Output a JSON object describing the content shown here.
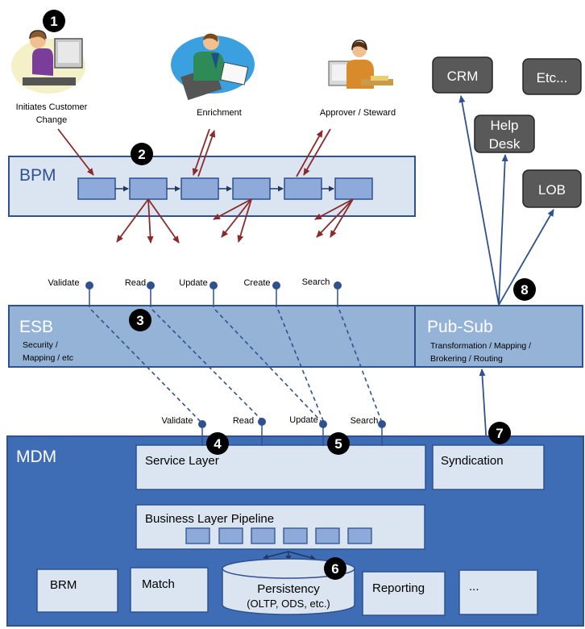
{
  "steps": [
    "1",
    "2",
    "3",
    "4",
    "5",
    "6",
    "7",
    "8"
  ],
  "actors": {
    "customer": "Initiates Customer",
    "customer2": "Change",
    "enrichment": "Enrichment",
    "approver": "Approver / Steward"
  },
  "bpm": {
    "title": "BPM"
  },
  "esb": {
    "title": "ESB",
    "sub1": "Security /",
    "sub2": "Mapping / etc",
    "ops": [
      "Validate",
      "Read",
      "Update",
      "Create",
      "Search"
    ]
  },
  "pubsub": {
    "title": "Pub-Sub",
    "sub1": "Transformation / Mapping /",
    "sub2": "Brokering / Routing"
  },
  "systems": {
    "crm": "CRM",
    "etc": "Etc...",
    "help1": "Help",
    "help2": "Desk",
    "lob": "LOB"
  },
  "mdm": {
    "title": "MDM",
    "ops": [
      "Validate",
      "Read",
      "Update",
      "Search"
    ],
    "service_layer": "Service Layer",
    "syndication": "Syndication",
    "pipeline": "Business Layer Pipeline",
    "brm": "BRM",
    "match": "Match",
    "persistency": "Persistency",
    "persistency_sub": "(OLTP, ODS, etc.)",
    "reporting": "Reporting",
    "more": "..."
  },
  "colors": {
    "bpm_fill": "#dbe5f1",
    "esb_fill": "#95b3d7",
    "mdm_fill": "#3e6db5",
    "border": "#2f528f",
    "arrow_red": "#8b2a2a",
    "arrow_blue": "#2f528f",
    "system_box": "#595959"
  }
}
